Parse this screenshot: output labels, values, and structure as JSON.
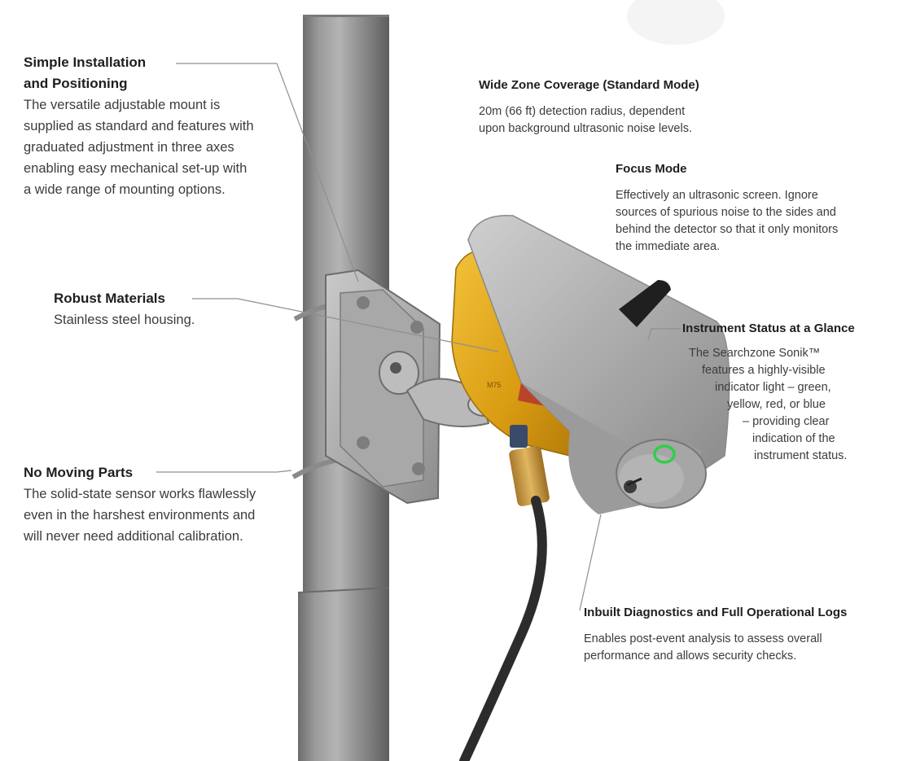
{
  "callouts": {
    "simple_installation": {
      "title_line1": "Simple Installation",
      "title_line2": "and Positioning",
      "body_lines": [
        "The versatile adjustable mount is",
        "supplied as standard and features with",
        "graduated adjustment in three axes",
        "enabling easy mechanical set-up with",
        "a wide range of mounting options."
      ]
    },
    "robust_materials": {
      "title": "Robust Materials",
      "body": "Stainless steel housing."
    },
    "no_moving_parts": {
      "title": "No Moving Parts",
      "body_lines": [
        "The solid-state sensor works flawlessly",
        "even in the harshest environments and",
        "will never need additional calibration."
      ]
    },
    "wide_zone": {
      "title": "Wide Zone Coverage (Standard Mode)",
      "body_lines": [
        "20m (66 ft) detection radius, dependent",
        "upon background ultrasonic noise levels."
      ]
    },
    "focus_mode": {
      "title": "Focus Mode",
      "body_lines": [
        "Effectively an ultrasonic screen. Ignore",
        "sources of spurious noise to the sides and",
        "behind the detector so that it only monitors",
        "the immediate area."
      ]
    },
    "instrument_status": {
      "title": "Instrument Status at a Glance",
      "body_lines": [
        "The Searchzone Sonik™",
        "features a highly-visible",
        "indicator light – green,",
        "yellow, red, or blue",
        "– providing clear",
        "indication of the",
        "instrument status."
      ]
    },
    "diagnostics": {
      "title": "Inbuilt Diagnostics and Full Operational Logs",
      "body_lines": [
        "Enables post-event analysis to assess overall",
        "performance and allows security checks."
      ]
    }
  },
  "product": {
    "housing_marking": "M75",
    "colors": {
      "pole": "#8e8e8e",
      "housing_yellow": "#e0a81e",
      "shroud_grey": "#a9a9a9",
      "indicator_green": "#2ecf4a"
    }
  }
}
